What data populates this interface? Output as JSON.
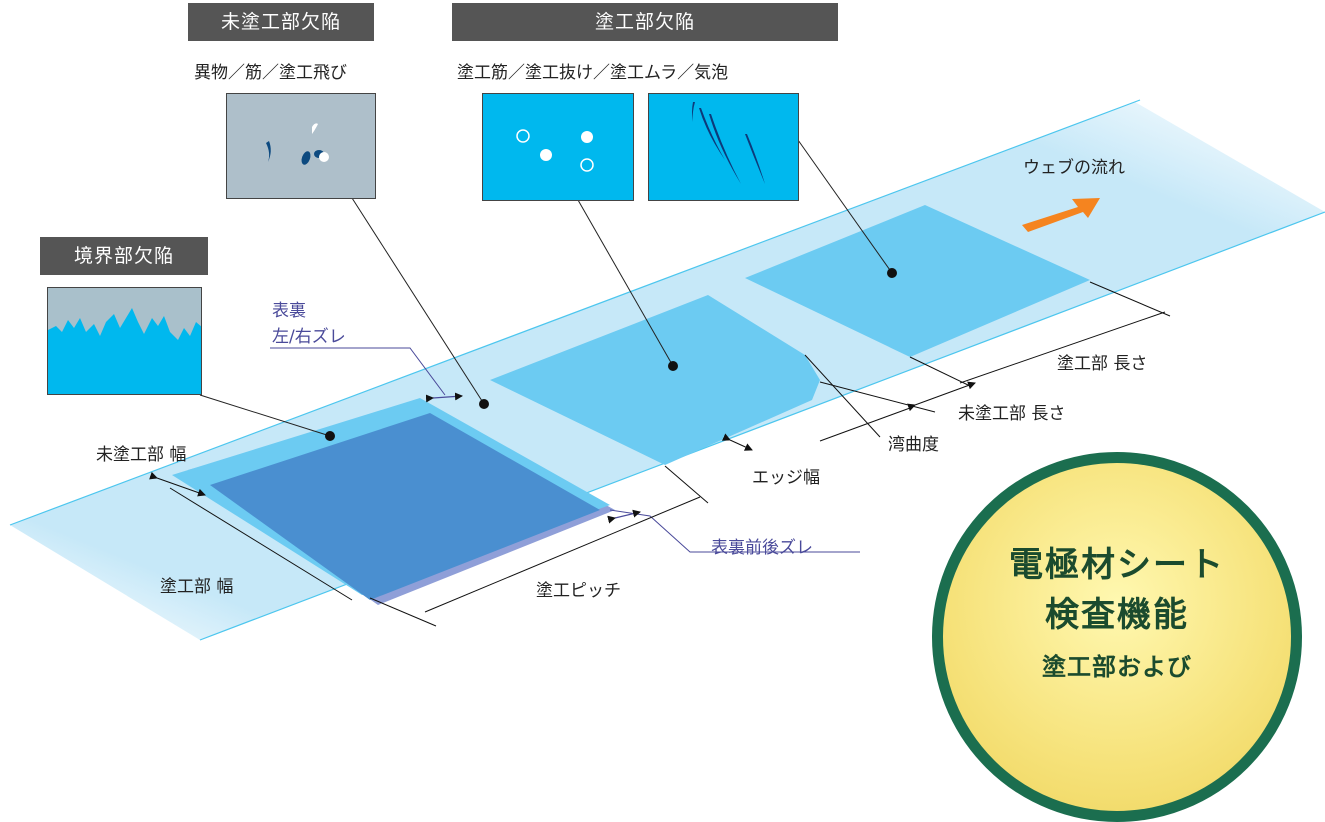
{
  "tags": {
    "uncoated_defect": "未塗工部欠陥",
    "coated_defect": "塗工部欠陥",
    "boundary_defect": "境界部欠陥"
  },
  "captions": {
    "uncoated_types": "異物／筋／塗工飛び",
    "coated_types": "塗工筋／塗工抜け／塗工ムラ／気泡"
  },
  "labels": {
    "web_flow": "ウェブの流れ",
    "front_back_lr_line1": "表裏",
    "front_back_lr_line2": "左/右ズレ",
    "coated_length": "塗工部 長さ",
    "uncoated_length": "未塗工部 長さ",
    "curvature": "湾曲度",
    "edge_width": "エッジ幅",
    "uncoated_width": "未塗工部 幅",
    "front_back_shift": "表裏前後ズレ",
    "coated_width": "塗工部 幅",
    "coating_pitch": "塗工ピッチ"
  },
  "badge": {
    "line1": "電極材シート",
    "line2": "検査機能",
    "line3": "塗工部および"
  },
  "colors": {
    "tag_bg": "#555555",
    "web": "#c6e8f8",
    "coated": "#6ccbf2",
    "coated_front": "#4a8fd0",
    "back_shift": "#8f9fd8",
    "thumb_uncoated": "#aebfca",
    "thumb_coated": "#00b8ee",
    "arrow": "#f5841f",
    "badge_border": "#1b6e4f",
    "badge_fill": "#f6e27a"
  },
  "icons": [
    "web-flow-arrow-icon"
  ]
}
